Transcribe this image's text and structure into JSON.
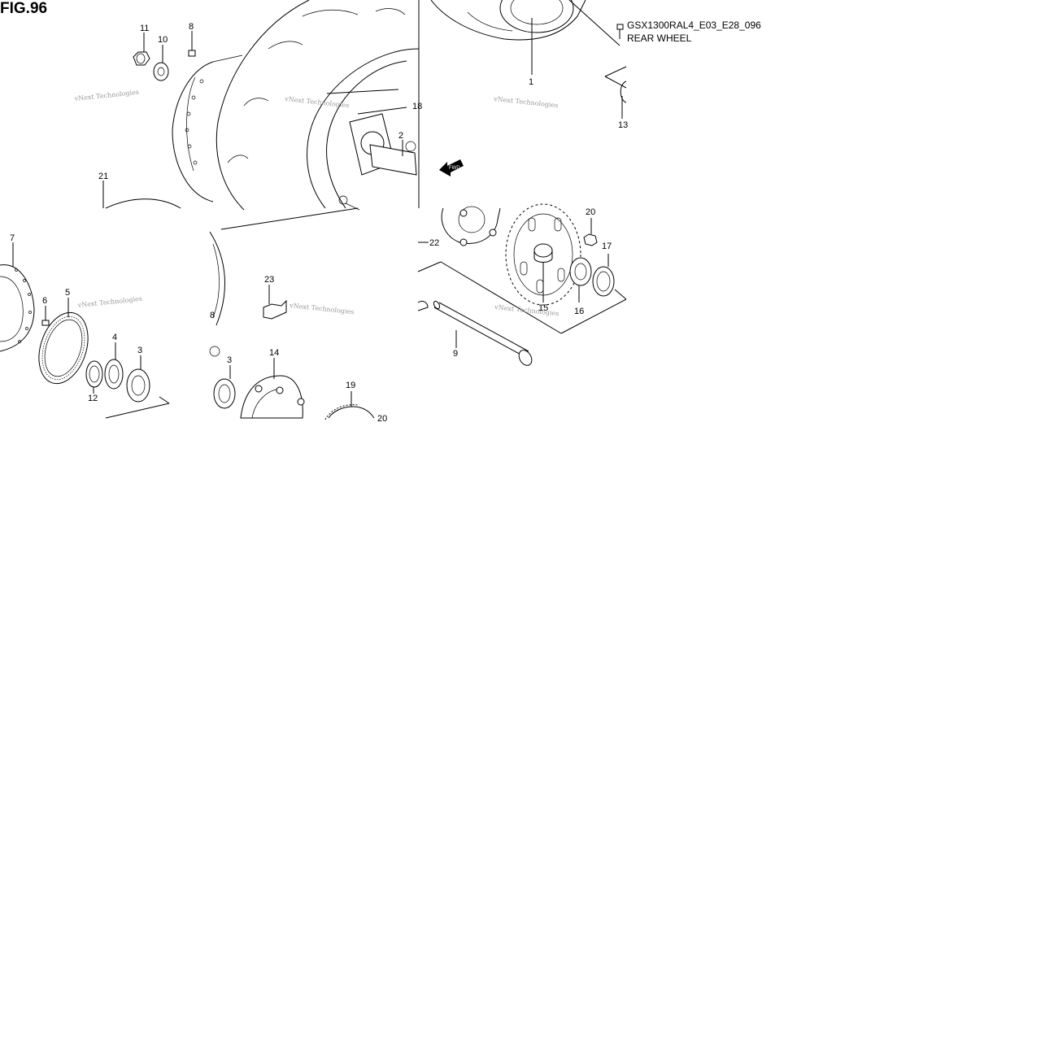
{
  "figure": {
    "title": "FIG.96",
    "model_code": "GSX1300RAL4_E03_E28_096",
    "section_title": "REAR WHEEL"
  },
  "watermark": "vNext Technologies",
  "callouts": {
    "p1": "1",
    "p2": "2",
    "p3a": "3",
    "p3b": "3",
    "p4": "4",
    "p5": "5",
    "p6": "6",
    "p7": "7",
    "p8a": "8",
    "p8b": "8",
    "p9": "9",
    "p10": "10",
    "p11": "11",
    "p12": "12",
    "p13": "13",
    "p14": "14",
    "p15": "15",
    "p16": "16",
    "p17": "17",
    "p18": "18",
    "p19": "19",
    "p20a": "20",
    "p20b": "20",
    "p21": "21",
    "p22": "22",
    "p23": "23"
  },
  "fwd_arrow_label": "FWD"
}
